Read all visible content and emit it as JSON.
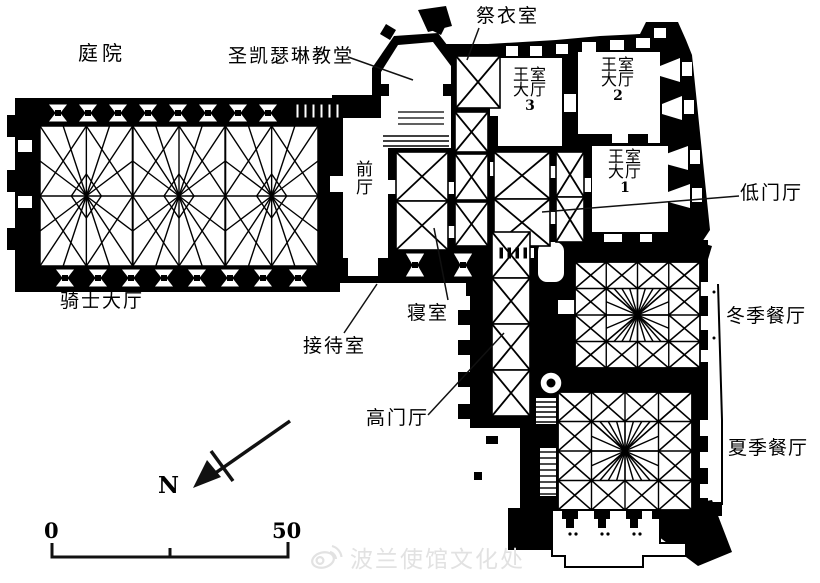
{
  "figure": {
    "type": "architectural-floor-plan",
    "labels": {
      "courtyard": "庭院",
      "chapel": "圣凯瑟琳教堂",
      "sacristy": "祭衣室",
      "antechamber": "前厅",
      "royal_hall_line1": "王室",
      "royal_hall_line2": "大厅",
      "royal_hall_3_num": "3",
      "royal_hall_2_num": "2",
      "royal_hall_1_num": "1",
      "lower_vestibule": "低门厅",
      "knights_hall": "骑士大厅",
      "bedroom": "寝室",
      "reception": "接待室",
      "winter_dining": "冬季餐厅",
      "upper_vestibule": "高门厅",
      "summer_dining": "夏季餐厅"
    },
    "compass": {
      "north_label": "N"
    },
    "scale_bar": {
      "start": "0",
      "end": "50"
    },
    "watermark": {
      "text": "波兰使馆文化处",
      "color": "#e2e2e2"
    },
    "colors": {
      "ink": "#000000",
      "background": "#ffffff"
    }
  }
}
